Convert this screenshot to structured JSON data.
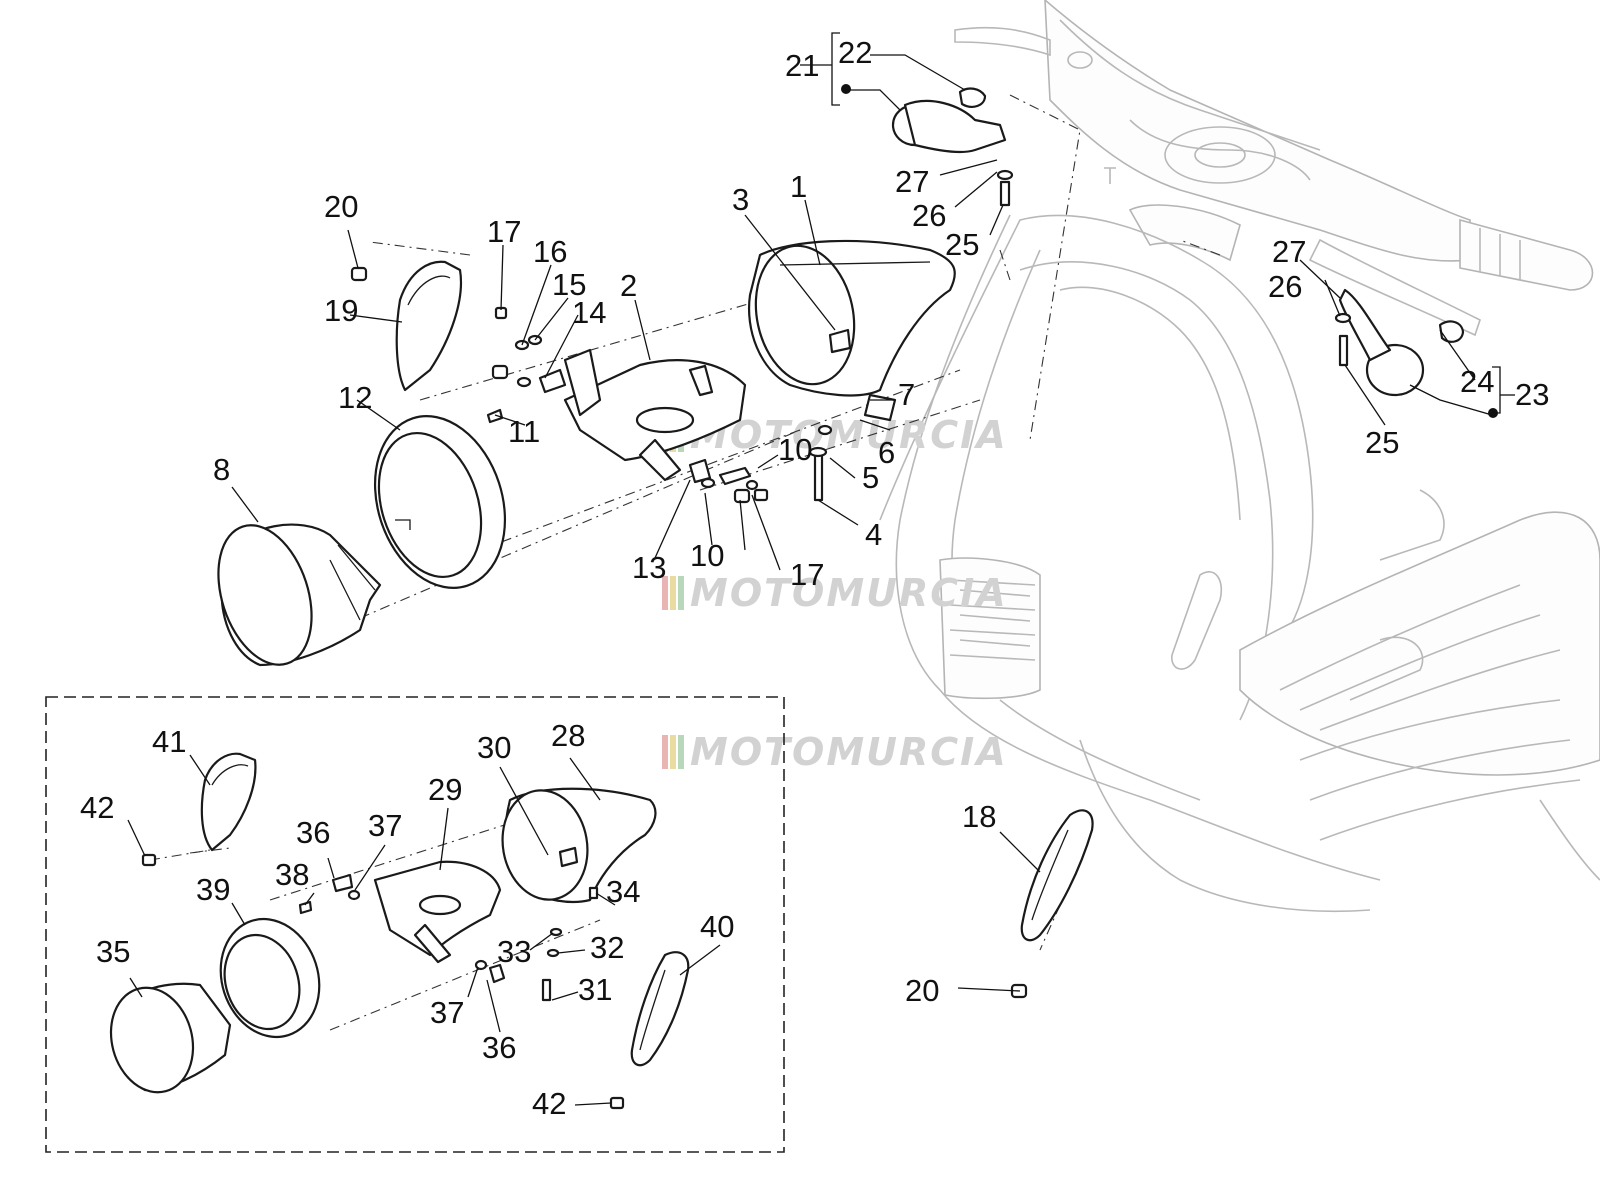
{
  "watermark": {
    "text": "MOTOMURCIA"
  },
  "callouts": [
    {
      "id": "c1",
      "text": "1"
    },
    {
      "id": "c2",
      "text": "2"
    },
    {
      "id": "c3",
      "text": "3"
    },
    {
      "id": "c4",
      "text": "4"
    },
    {
      "id": "c5",
      "text": "5"
    },
    {
      "id": "c6",
      "text": "6"
    },
    {
      "id": "c7",
      "text": "7"
    },
    {
      "id": "c8",
      "text": "8"
    },
    {
      "id": "c10a",
      "text": "10"
    },
    {
      "id": "c10b",
      "text": "10"
    },
    {
      "id": "c11",
      "text": "11"
    },
    {
      "id": "c12",
      "text": "12"
    },
    {
      "id": "c13",
      "text": "13"
    },
    {
      "id": "c14",
      "text": "14"
    },
    {
      "id": "c15",
      "text": "15"
    },
    {
      "id": "c16",
      "text": "16"
    },
    {
      "id": "c17a",
      "text": "17"
    },
    {
      "id": "c17b",
      "text": "17"
    },
    {
      "id": "c18",
      "text": "18"
    },
    {
      "id": "c19",
      "text": "19"
    },
    {
      "id": "c20a",
      "text": "20"
    },
    {
      "id": "c20b",
      "text": "20"
    },
    {
      "id": "c21",
      "text": "21"
    },
    {
      "id": "c22",
      "text": "22"
    },
    {
      "id": "c23",
      "text": "23"
    },
    {
      "id": "c24",
      "text": "24"
    },
    {
      "id": "c25a",
      "text": "25"
    },
    {
      "id": "c25b",
      "text": "25"
    },
    {
      "id": "c26a",
      "text": "26"
    },
    {
      "id": "c26b",
      "text": "26"
    },
    {
      "id": "c27a",
      "text": "27"
    },
    {
      "id": "c27b",
      "text": "27"
    },
    {
      "id": "c28",
      "text": "28"
    },
    {
      "id": "c29",
      "text": "29"
    },
    {
      "id": "c30",
      "text": "30"
    },
    {
      "id": "c31",
      "text": "31"
    },
    {
      "id": "c32",
      "text": "32"
    },
    {
      "id": "c33",
      "text": "33"
    },
    {
      "id": "c34",
      "text": "34"
    },
    {
      "id": "c35",
      "text": "35"
    },
    {
      "id": "c36a",
      "text": "36"
    },
    {
      "id": "c36b",
      "text": "36"
    },
    {
      "id": "c37a",
      "text": "37"
    },
    {
      "id": "c37b",
      "text": "37"
    },
    {
      "id": "c38",
      "text": "38"
    },
    {
      "id": "c39",
      "text": "39"
    },
    {
      "id": "c40",
      "text": "40"
    },
    {
      "id": "c41",
      "text": "41"
    },
    {
      "id": "c42a",
      "text": "42"
    },
    {
      "id": "c42b",
      "text": "42"
    }
  ]
}
